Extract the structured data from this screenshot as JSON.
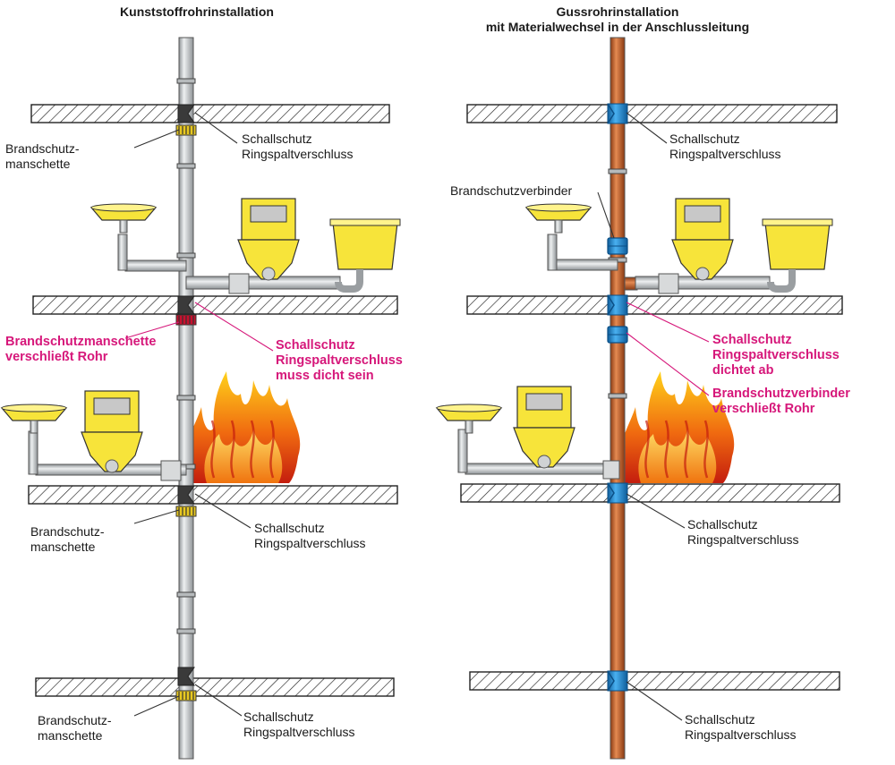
{
  "left": {
    "title": "Kunststoffrohrinstallation",
    "brandschutzmanschette": "Brandschutz-\nmanschette",
    "schallschutz": "Schallschutz\nRingspaltverschluss",
    "red_manschette": "Brandschutzmanschette\nverschließt Rohr",
    "red_schallschutz": "Schallschutz\nRingspaltverschluss\nmuss dicht sein"
  },
  "right": {
    "title": "Gussrohrinstallation\nmit Materialwechsel in der Anschlussleitung",
    "schallschutz": "Schallschutz\nRingspaltverschluss",
    "brandschutzverbinder": "Brandschutzverbinder",
    "red_schallschutz": "Schallschutz\nRingspaltverschluss\ndichtet ab",
    "red_verbinder": "Brandschutzverbinder\nverschließt Rohr"
  },
  "colors": {
    "plastic_pipe": "#c9ccce",
    "cast_iron_pipe": "#c8632a",
    "sleeve_blue": "#2a8fd8",
    "fixture_yellow": "#f7e43a",
    "collar_red": "#c8102e",
    "collar_yellow": "#e8c820",
    "highlight_text": "#d6177a"
  }
}
